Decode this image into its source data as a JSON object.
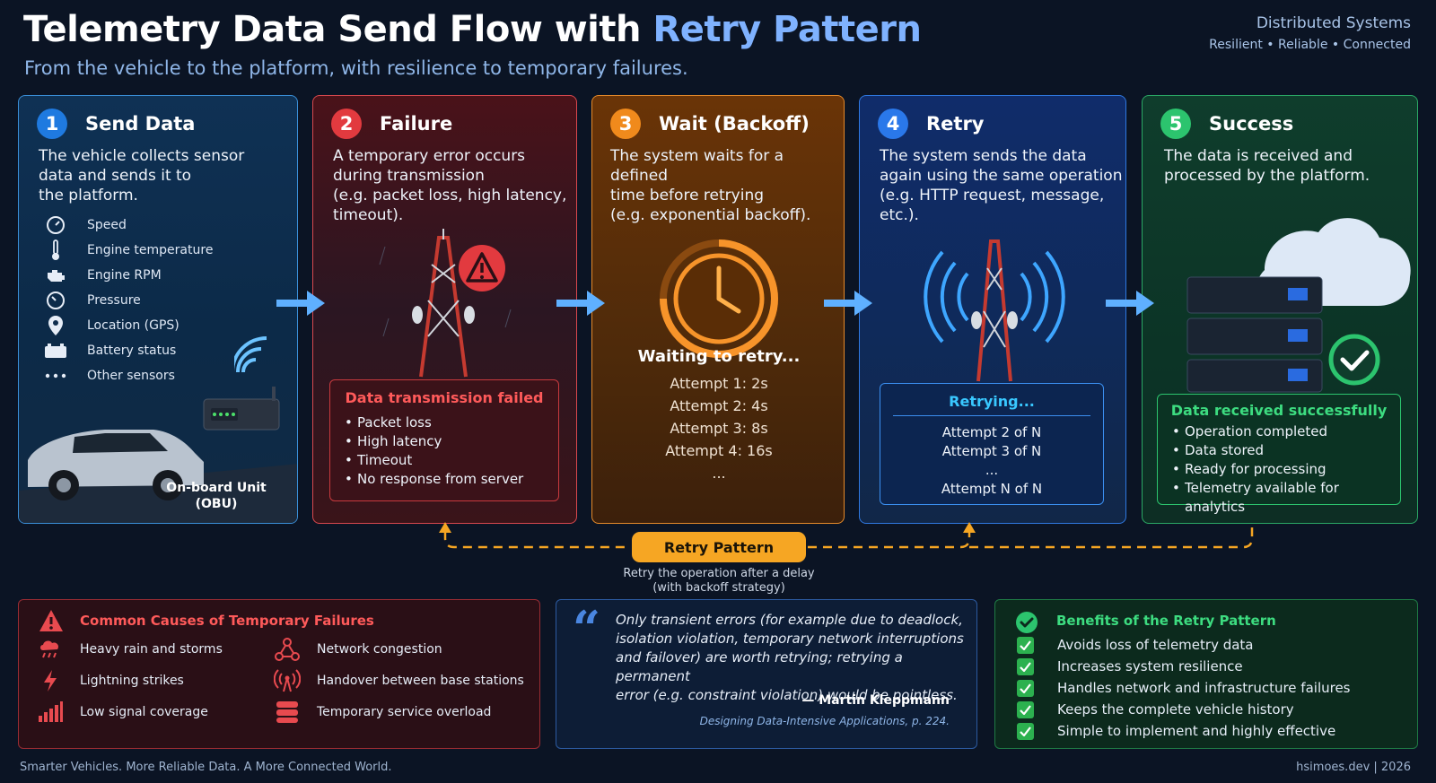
{
  "header": {
    "title_main": "Telemetry Data Send Flow with ",
    "title_highlight": "Retry Pattern",
    "subtitle": "From the vehicle to the platform, with resilience to temporary failures.",
    "corner_title": "Distributed Systems",
    "corner_tagline": "Resilient • Reliable • Connected"
  },
  "steps": [
    {
      "number": "1",
      "title": "Send Data",
      "description": [
        "The vehicle collects sensor",
        "data and sends it to",
        "the platform."
      ],
      "sensors": [
        {
          "label": "Speed",
          "icon": "gauge-icon"
        },
        {
          "label": "Engine temperature",
          "icon": "thermometer-icon"
        },
        {
          "label": "Engine RPM",
          "icon": "engine-icon"
        },
        {
          "label": "Pressure",
          "icon": "gauge-icon"
        },
        {
          "label": "Location (GPS)",
          "icon": "location-pin-icon"
        },
        {
          "label": "Battery status",
          "icon": "battery-icon"
        },
        {
          "label": "Other sensors",
          "icon": "more-dots-icon"
        }
      ],
      "device_label": [
        "On-board Unit",
        "(OBU)"
      ]
    },
    {
      "number": "2",
      "title": "Failure",
      "description": [
        "A temporary error occurs",
        "during transmission",
        "(e.g. packet loss, high latency,",
        "timeout)."
      ],
      "box_title": "Data transmission failed",
      "box_items": [
        "Packet loss",
        "High latency",
        "Timeout",
        "No response from server"
      ]
    },
    {
      "number": "3",
      "title": "Wait (Backoff)",
      "description": [
        "The system waits for a defined",
        "time before retrying",
        "(e.g. exponential backoff)."
      ],
      "waiting_label": "Waiting to retry...",
      "attempts": [
        "Attempt 1: 2s",
        "Attempt 2: 4s",
        "Attempt 3: 8s",
        "Attempt 4: 16s",
        "..."
      ]
    },
    {
      "number": "4",
      "title": "Retry",
      "description": [
        "The system sends the data",
        "again using the same operation",
        "(e.g. HTTP request, message,",
        "etc.)."
      ],
      "box_title": "Retrying...",
      "box_items": [
        "Attempt 2 of N",
        "Attempt 3 of N",
        "...",
        "Attempt N of N"
      ]
    },
    {
      "number": "5",
      "title": "Success",
      "description": [
        "The data is received and",
        "processed by the platform."
      ],
      "box_title": "Data received successfully",
      "box_items": [
        "Operation completed",
        "Data stored",
        "Ready for processing",
        "Telemetry available for analytics"
      ]
    }
  ],
  "retry_loop": {
    "label": "Retry Pattern",
    "sub": [
      "Retry the operation after a delay",
      "(with backoff strategy)"
    ]
  },
  "causes": {
    "title": "Common Causes of Temporary Failures",
    "items": [
      {
        "label": "Heavy rain and storms",
        "icon": "rain-cloud-icon"
      },
      {
        "label": "Lightning strikes",
        "icon": "lightning-icon"
      },
      {
        "label": "Low signal coverage",
        "icon": "signal-bars-icon"
      },
      {
        "label": "Network congestion",
        "icon": "network-nodes-icon"
      },
      {
        "label": "Handover between base stations",
        "icon": "antenna-icon"
      },
      {
        "label": "Temporary service overload",
        "icon": "server-stack-icon"
      }
    ]
  },
  "quote": {
    "text": [
      "Only transient errors (for example due to deadlock,",
      "isolation violation, temporary network interruptions",
      "and failover) are worth retrying; retrying a permanent",
      "error (e.g. constraint violation) would be pointless."
    ],
    "author": "— Martin Kleppmann",
    "source": "Designing Data-Intensive Applications, p. 224."
  },
  "benefits": {
    "title": "Benefits of the Retry Pattern",
    "items": [
      "Avoids loss of telemetry data",
      "Increases system resilience",
      "Handles network and infrastructure failures",
      "Keeps the complete vehicle history",
      "Simple to implement and highly effective"
    ]
  },
  "footer": {
    "left": "Smarter Vehicles. More Reliable Data. A More Connected World.",
    "right": "hsimoes.dev | 2026"
  },
  "colors": {
    "step1": "#1f7ae0",
    "step2": "#e23a3f",
    "step3": "#f08a1c",
    "step4": "#2a78ea",
    "step5": "#2cc46e",
    "retry": "#f6a623"
  }
}
